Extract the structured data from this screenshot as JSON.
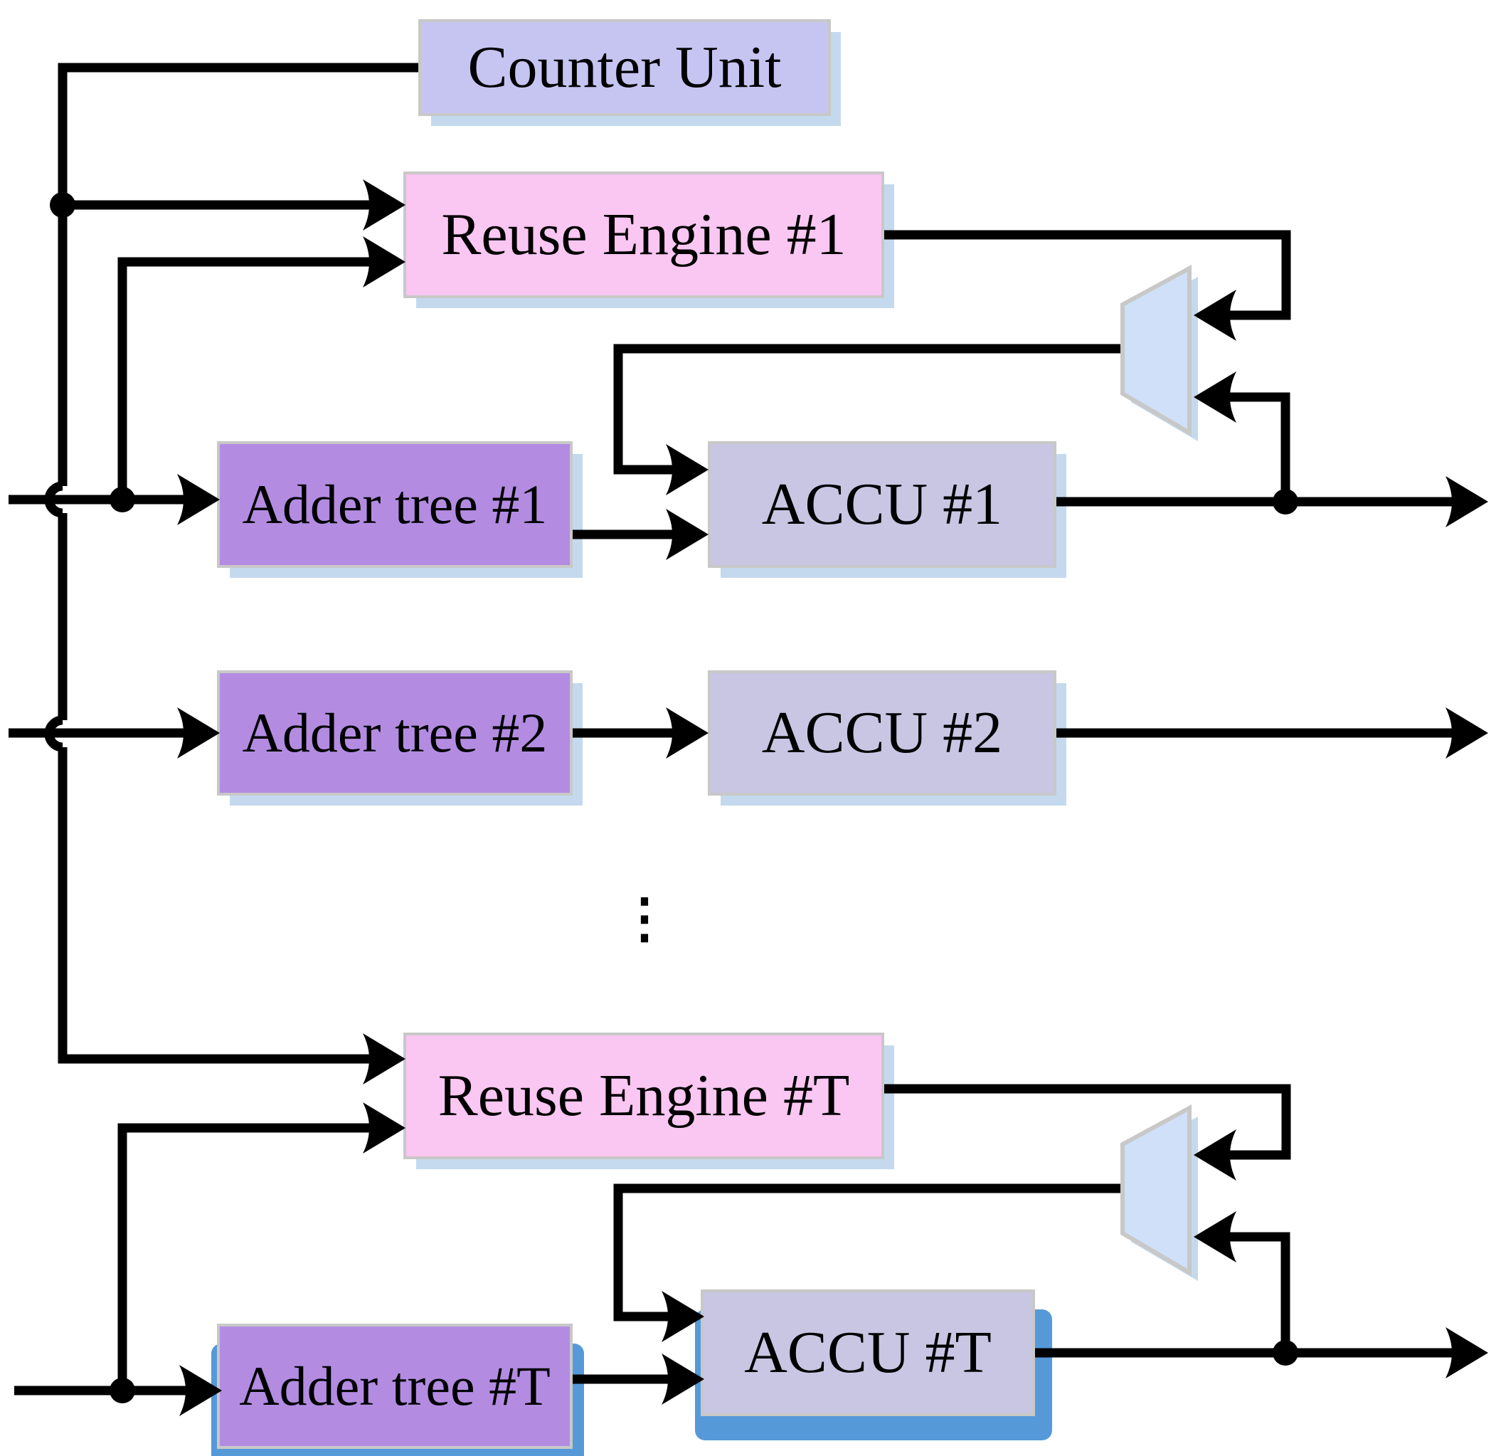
{
  "diagram": {
    "type": "block-diagram",
    "description": "Hardware accelerator datapath with counter unit, reuse engines, adder trees, accumulators and feedback multiplexers",
    "boxes": {
      "counter_unit": {
        "label": "Counter Unit"
      },
      "reuse_engine_1": {
        "label": "Reuse Engine #1"
      },
      "adder_tree_1": {
        "label": "Adder tree #1"
      },
      "accu_1": {
        "label": "ACCU #1"
      },
      "adder_tree_2": {
        "label": "Adder tree #2"
      },
      "accu_2": {
        "label": "ACCU #2"
      },
      "reuse_engine_t": {
        "label": "Reuse Engine #T"
      },
      "adder_tree_t": {
        "label": "Adder tree #T"
      },
      "accu_t": {
        "label": "ACCU #T"
      }
    },
    "ellipsis": "⋮",
    "icons": {
      "mux": "trapezoid-multiplexer",
      "junction": "connection-dot",
      "hop": "wire-crossover-arc",
      "arrow": "signal-arrowhead"
    },
    "colors": {
      "canvas_bg": "#ffffff",
      "counter_fill": "#c6c5f2",
      "reuse_fill": "#fac6f2",
      "adder_fill": "#b38ce2",
      "accu_fill": "#c9c6e4",
      "mux_fill": "#cfe0f8",
      "box_border": "#c8c8c8",
      "line_color": "#000000",
      "stack_fill": "#5599d8",
      "shadow_blue": "rgba(125,170,216,0.45)"
    }
  }
}
